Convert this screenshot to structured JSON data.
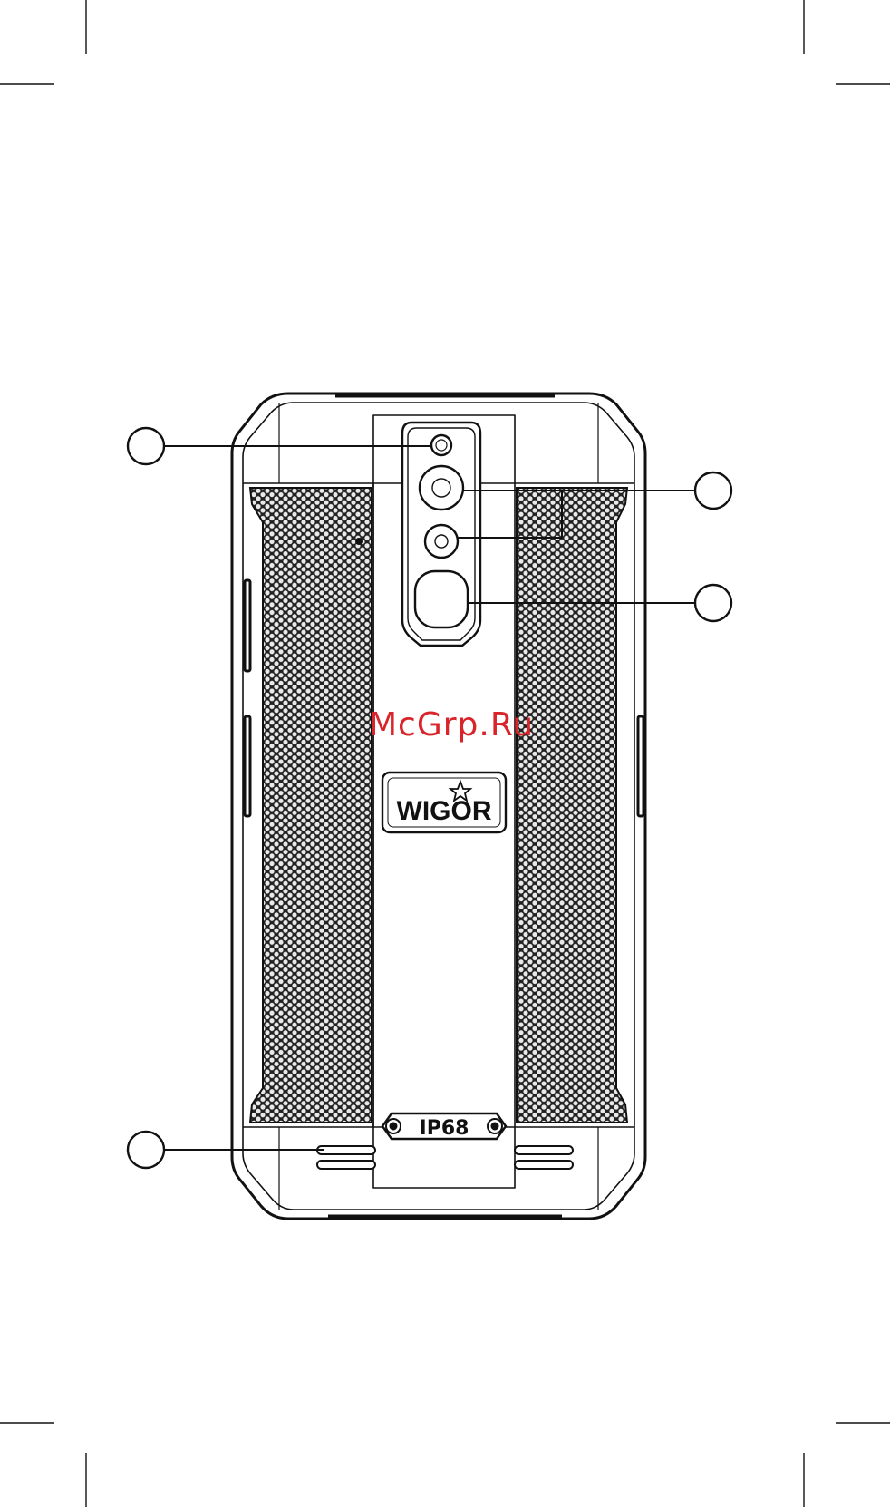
{
  "document": {
    "watermark": "McGrp.Ru",
    "logo_text": "WIGOR",
    "rating_badge": "IP68",
    "colors": {
      "ink": "#111111",
      "watermark": "#d9242a",
      "paper": "#ffffff"
    }
  },
  "callouts": [
    {
      "id": "flash",
      "target": "flash"
    },
    {
      "id": "cameras",
      "target": "rear-cameras"
    },
    {
      "id": "fingerprint",
      "target": "fingerprint-sensor"
    },
    {
      "id": "speaker",
      "target": "speaker-grille"
    }
  ]
}
